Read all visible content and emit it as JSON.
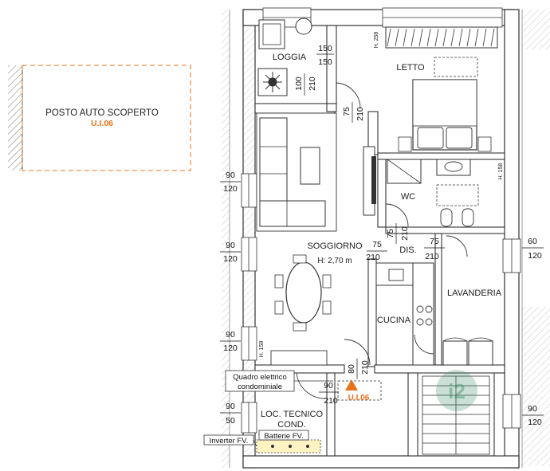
{
  "parking": {
    "title": "POSTO AUTO SCOPERTO",
    "unit": "U.I.06"
  },
  "rooms": {
    "loggia": "LOGGIA",
    "letto": "LETTO",
    "wc": "WC",
    "soggiorno": "SOGGIORNO",
    "height": "H: 2,70 m",
    "dis": "DIS.",
    "lavanderia": "LAVANDERIA",
    "cucina": "CUCINA",
    "loc_tecnico_1": "LOC. TECNICO",
    "loc_tecnico_2": "COND."
  },
  "window_heights": {
    "letto": "H. 258",
    "wc": "H. 158",
    "soggiorno": "H. 158"
  },
  "tags": {
    "quadro_1": "Quadro elettrico",
    "quadro_2": "condominiale",
    "batterie": "Batterie FV.",
    "inverter": "Inverter FV.",
    "entry_unit": "U.I.06"
  },
  "dimensions": {
    "loggia_w1": "150",
    "loggia_h1": "150",
    "loggia_w2": "100",
    "loggia_h2": "210",
    "door1_w": "75",
    "door1_h": "210",
    "left_1_w": "90",
    "left_1_h": "120",
    "left_2_w": "90",
    "left_2_h": "120",
    "left_3_w": "90",
    "left_3_h": "120",
    "left_4_w": "90",
    "left_4_h": "50",
    "wc_door_w": "75",
    "wc_door_h": "210",
    "dis_door_w": "75",
    "dis_door_h": "210",
    "lav_door_w": "75",
    "lav_door_h": "210",
    "right_1_w": "60",
    "right_1_h": "120",
    "right_2_w": "90",
    "right_2_h": "120",
    "entry_w": "80",
    "entry_h": "210",
    "tech_w": "90",
    "tech_h": "210"
  },
  "colors": {
    "accent": "#e8731a",
    "wall_hatch": "#555555",
    "logo": "#3f8f6a"
  },
  "logo_text": "i2"
}
